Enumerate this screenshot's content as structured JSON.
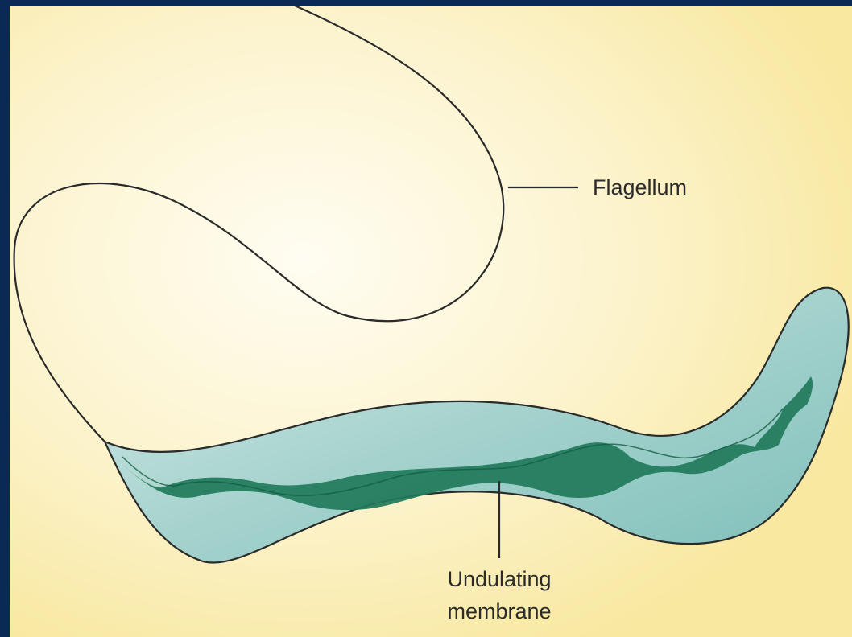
{
  "diagram": {
    "labels": {
      "flagellum": "Flagellum",
      "undulating_line1": "Undulating",
      "undulating_line2": "membrane"
    },
    "colors": {
      "border": "#0a2a55",
      "background": "#fbf1c4",
      "body_fill": "#a8d3cf",
      "membrane_fill": "#1e7c5c",
      "outline": "#2a2a2a"
    }
  }
}
